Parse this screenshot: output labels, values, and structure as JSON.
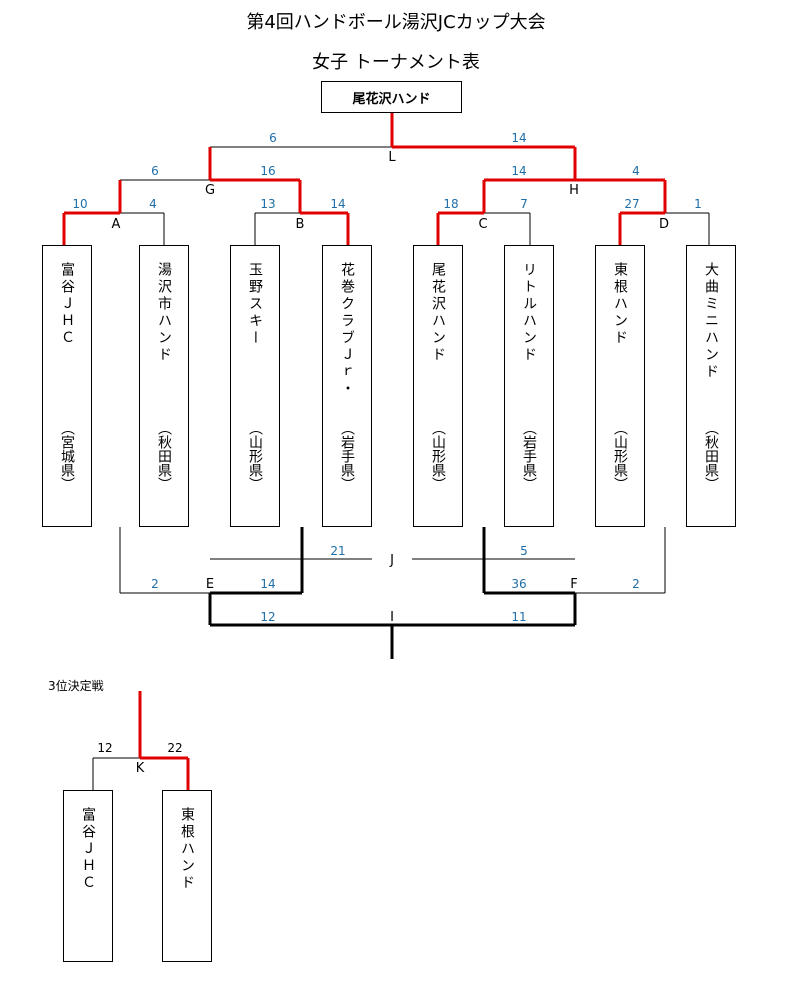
{
  "header": {
    "title": "第4回ハンドボール湯沢JCカップ大会",
    "subtitle": "女子 トーナメント表"
  },
  "champion": "尾花沢ハンド",
  "teams": [
    {
      "name": "富谷ＪＨＣ",
      "pref": "（宮城県）"
    },
    {
      "name": "湯沢市ハンド",
      "pref": "（秋田県）"
    },
    {
      "name": "玉野スキー",
      "pref": "（山形県）"
    },
    {
      "name": "花巻クラブＪｒ・",
      "pref": "（岩手県）"
    },
    {
      "name": "尾花沢ハンド",
      "pref": "（山形県）"
    },
    {
      "name": "リトルハンド",
      "pref": "（岩手県）"
    },
    {
      "name": "東根ハンド",
      "pref": "（山形県）"
    },
    {
      "name": "大曲ミニハンド",
      "pref": "（秋田県）"
    }
  ],
  "matches": {
    "A": {
      "label": "A",
      "left": "10",
      "right": "4"
    },
    "B": {
      "label": "B",
      "left": "13",
      "right": "14"
    },
    "C": {
      "label": "C",
      "left": "18",
      "right": "7"
    },
    "D": {
      "label": "D",
      "left": "27",
      "right": "1"
    },
    "G": {
      "label": "G",
      "left": "6",
      "right": "16"
    },
    "H": {
      "label": "H",
      "left": "14",
      "right": "4"
    },
    "L": {
      "label": "L",
      "left": "6",
      "right": "14"
    },
    "E": {
      "label": "E",
      "left": "2",
      "right": "14"
    },
    "F": {
      "label": "F",
      "left": "36",
      "right": "2"
    },
    "J": {
      "label": "J",
      "left": "21",
      "right": "5"
    },
    "I": {
      "label": "I",
      "left": "12",
      "right": "11"
    },
    "K": {
      "label": "K",
      "left": "12",
      "right": "22"
    }
  },
  "third_place": {
    "title": "3位決定戦",
    "teams": [
      {
        "name": "富谷ＪＨＣ"
      },
      {
        "name": "東根ハンド"
      }
    ]
  },
  "colors": {
    "winner_line": "#e00000",
    "line": "#000000",
    "score": "#1f6ea8"
  }
}
